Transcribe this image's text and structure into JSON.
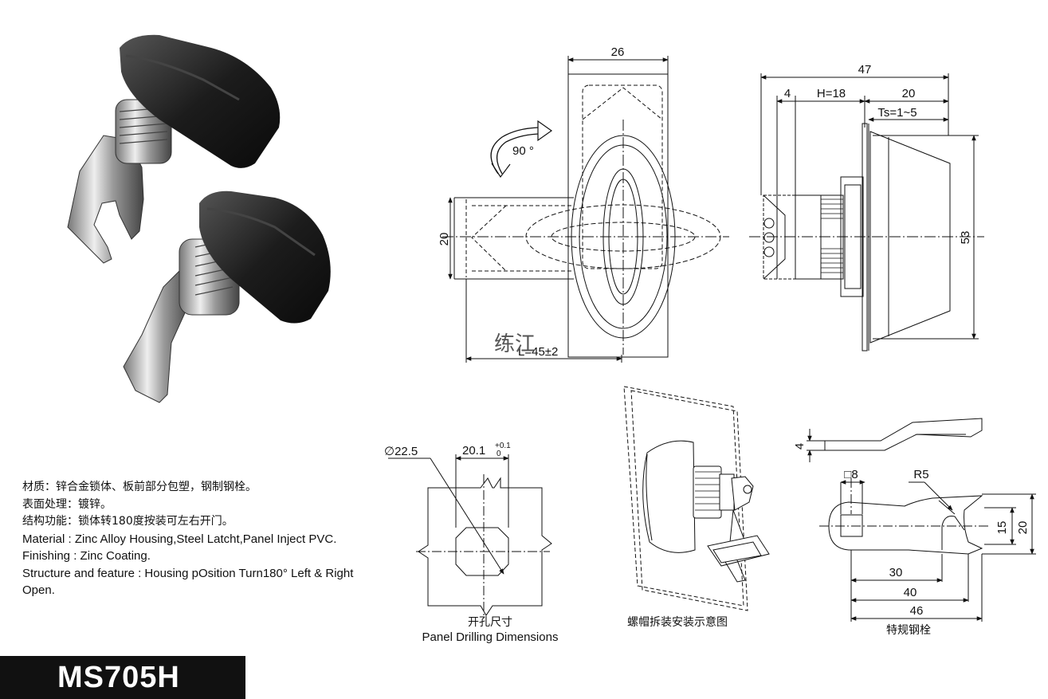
{
  "front_view": {
    "dim_top": "26",
    "dim_left": "20",
    "rotation": "90 °",
    "dim_bottom": "L=45±2",
    "watermark": "练江"
  },
  "side_view": {
    "dim_total": "47",
    "dim_4": "4",
    "dim_h": "H=18",
    "dim_20": "20",
    "dim_ts": "Ts=1~5",
    "dim_53": "53"
  },
  "drilling": {
    "diameter": "∅22.5",
    "width": "20.1",
    "tol_upper": "+0.1",
    "tol_lower": "0",
    "caption_cn": "开孔尺寸",
    "caption_en": "Panel Drilling Dimensions"
  },
  "install": {
    "caption_cn": "螺帽拆装安装示意图"
  },
  "latch": {
    "thickness": "4",
    "square": "□8",
    "radius": "R5",
    "dim_15": "15",
    "dim_20": "20",
    "dim_30": "30",
    "dim_40": "40",
    "dim_46": "46",
    "caption_cn": "特规钢栓"
  },
  "description": {
    "material_cn": "材质：锌合金锁体、板前部分包塑，钢制钢栓。",
    "finish_cn": "表面处理：镀锌。",
    "structure_cn": "结构功能：锁体转180度按装可左右开门。",
    "material_en": "Material : Zinc Alloy Housing,Steel Latcht,Panel Inject PVC.",
    "finish_en": "Finishing : Zinc Coating.",
    "structure_en": "Structure and feature : Housing pOsition Turn180° Left & Right Open."
  },
  "model": "MS705H"
}
